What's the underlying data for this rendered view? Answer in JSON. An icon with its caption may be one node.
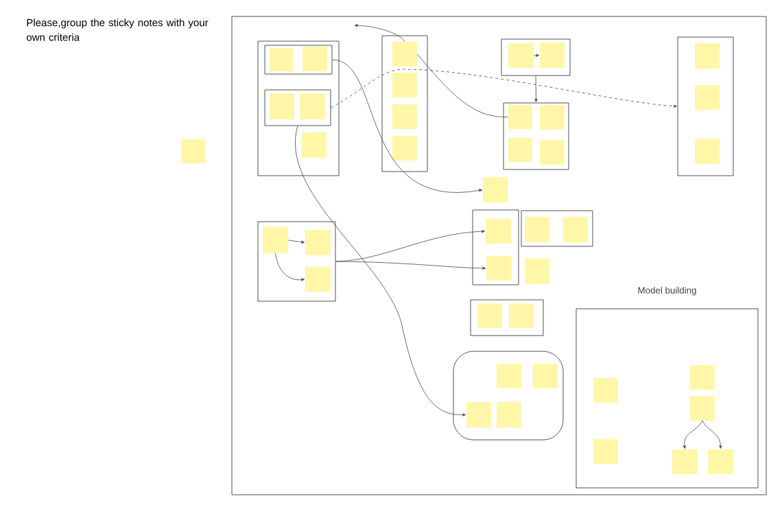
{
  "diagram": {
    "nodes": [
      {
        "text": [],
        "shape": "box"
      },
      {
        "text": [],
        "shape": "box",
        "in": 0
      },
      {
        "text": [],
        "shape": "box",
        "in": 1
      },
      {
        "text": [],
        "shape": "note",
        "in": 2
      },
      {
        "text": [],
        "shape": "note",
        "in": 2
      },
      {
        "text": [],
        "shape": "box",
        "in": 1
      },
      {
        "text": [],
        "shape": "note",
        "in": 5
      },
      {
        "text": [],
        "shape": "note",
        "in": 5
      },
      {
        "text": [],
        "shape": "note",
        "in": 1
      },
      {
        "text": [],
        "shape": "box",
        "in": 0
      },
      {
        "text": [],
        "shape": "note",
        "in": 9
      },
      {
        "text": [],
        "shape": "note",
        "in": 9
      },
      {
        "text": [],
        "shape": "note",
        "in": 9
      },
      {
        "text": [],
        "shape": "note",
        "in": 9
      },
      {
        "text": [],
        "shape": "box",
        "in": 0
      },
      {
        "text": [],
        "shape": "note",
        "in": 14
      },
      {
        "text": [],
        "shape": "note",
        "in": 14
      },
      {
        "text": [],
        "shape": "box",
        "in": 0
      },
      {
        "text": [],
        "shape": "note",
        "in": 17
      },
      {
        "text": [],
        "shape": "note",
        "in": 17
      },
      {
        "text": [],
        "shape": "note",
        "in": 17
      },
      {
        "text": [],
        "shape": "note",
        "in": 17
      },
      {
        "text": [],
        "shape": "box",
        "in": 0
      },
      {
        "text": [],
        "shape": "note",
        "in": 22
      },
      {
        "text": [],
        "shape": "note",
        "in": 22
      },
      {
        "text": [],
        "shape": "note",
        "in": 22
      },
      {
        "text": [],
        "shape": "note",
        "in": 0
      },
      {
        "text": [],
        "shape": "box",
        "in": 0
      },
      {
        "text": [],
        "shape": "note",
        "in": 27
      },
      {
        "text": [],
        "shape": "note",
        "in": 27
      },
      {
        "text": [],
        "shape": "note",
        "in": 27
      },
      {
        "text": [],
        "shape": "box",
        "in": 0
      },
      {
        "text": [],
        "shape": "note",
        "in": 31
      },
      {
        "text": [],
        "shape": "note",
        "in": 31
      },
      {
        "text": [],
        "shape": "box",
        "in": 0
      },
      {
        "text": [],
        "shape": "note",
        "in": 34
      },
      {
        "text": [],
        "shape": "note",
        "in": 34
      },
      {
        "text": [],
        "shape": "note",
        "in": 0
      },
      {
        "text": [],
        "shape": "box",
        "in": 0
      },
      {
        "text": [],
        "shape": "note",
        "in": 38
      },
      {
        "text": [],
        "shape": "note",
        "in": 38
      },
      {
        "text": [],
        "shape": "box",
        "in": 0
      },
      {
        "text": [],
        "shape": "note",
        "in": 41
      },
      {
        "text": [],
        "shape": "note",
        "in": 41
      },
      {
        "text": [],
        "shape": "note",
        "in": 41
      },
      {
        "text": [],
        "shape": "note",
        "in": 41
      },
      {
        "text": [
          "Model building"
        ],
        "in": 0
      },
      {
        "text": [],
        "shape": "note",
        "in": 46
      },
      {
        "text": [],
        "shape": "note",
        "in": 46
      },
      {
        "text": [],
        "shape": "note",
        "in": 46
      },
      {
        "text": [],
        "shape": "note",
        "in": 46
      },
      {
        "text": [],
        "shape": "note",
        "in": 46
      },
      {
        "text": [],
        "shape": "note",
        "in": 46
      },
      {
        "text": [],
        "shape": "note"
      }
    ],
    "edges": [
      {
        "from": 10,
        "to": null,
        "arrow": "to"
      },
      {
        "from": 10,
        "to": 18,
        "arrow": "none"
      },
      {
        "from": 5,
        "to": 22,
        "arrow": "to",
        "style": "dashed"
      },
      {
        "from": 2,
        "to": 26,
        "arrow": "to"
      },
      {
        "from": 5,
        "to": 44,
        "arrow": "to"
      },
      {
        "from": 14,
        "to": 17,
        "arrow": "to"
      },
      {
        "from": 15,
        "to": 16,
        "arrow": "to"
      },
      {
        "from": 28,
        "to": 29,
        "arrow": "to"
      },
      {
        "from": 28,
        "to": 30,
        "arrow": "to"
      },
      {
        "from": 27,
        "to": 32,
        "arrow": "to"
      },
      {
        "from": 27,
        "to": 33,
        "arrow": "to"
      },
      {
        "from": 50,
        "to": 51,
        "arrow": "to"
      },
      {
        "from": 50,
        "to": 52,
        "arrow": "to"
      }
    ],
    "labels": [
      "Please,group the sticky notes with your own criteria"
    ]
  }
}
